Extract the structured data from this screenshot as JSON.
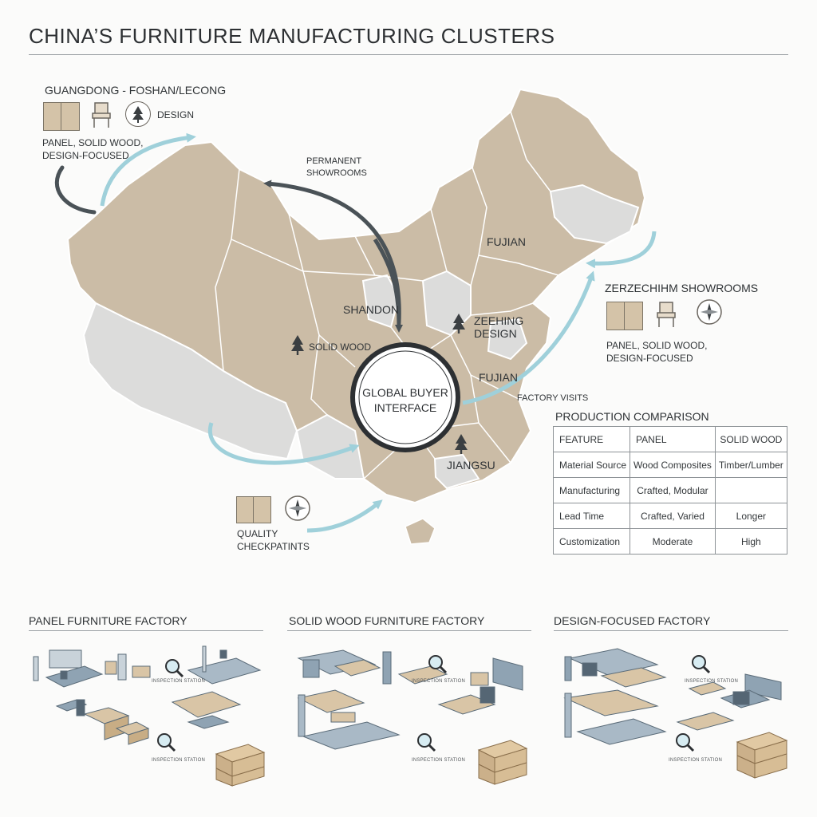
{
  "title": "CHINA’S FURNITURE MANUFACTURING CLUSTERS",
  "top_left_cluster": {
    "title": "GUANGDONG - FOSHAN/LECONG",
    "icon_label": "DESIGN",
    "desc_line1": "PANEL, SOLID WOOD,",
    "desc_line2": "DESIGN-FOCUSED"
  },
  "right_cluster": {
    "title": "ZERZECHIHM SHOWROOMS",
    "desc_line1": "PANEL, SOLID WOOD,",
    "desc_line2": "DESIGN-FOCUSED"
  },
  "map_labels": {
    "permanent_line1": "PERMANENT",
    "permanent_line2": "SHOWROOMS",
    "fujian_north": "FUJIAN",
    "shandon": "SHANDON",
    "zeehing_line1": "ZEEHING",
    "zeehing_line2": "DESIGN",
    "solid_wood": "SOLID WOOD",
    "fujian_south": "FUJIAN",
    "factory_visits": "FACTORY VISITS",
    "jiangsu": "JIANGSU",
    "hub_line1": "GLOBAL BUYER",
    "hub_line2": "INTERFACE",
    "quality_line1": "QUALITY",
    "quality_line2": "CHECKPATINTS"
  },
  "comparison": {
    "title": "PRODUCTION COMPARISON",
    "headers": [
      "FEATURE",
      "PANEL",
      "SOLID WOOD"
    ],
    "rows": [
      [
        "Material Source",
        "Wood Composites",
        "Timber/Lumber"
      ],
      [
        "Manufacturing",
        "Crafted, Modular",
        ""
      ],
      [
        "Lead Time",
        "Crafted, Varied",
        "Longer"
      ],
      [
        "Customization",
        "Moderate",
        "High"
      ]
    ]
  },
  "factories": [
    {
      "title": "PANEL FURNITURE FACTORY",
      "insp1": "INSPECTION STATION",
      "insp2": "INSPECTION STATION"
    },
    {
      "title": "SOLID WOOD FURNITURE FACTORY",
      "insp1": "INSPECTION STATION",
      "insp2": "INSPECTION STATION"
    },
    {
      "title": "DESIGN-FOCUSED FACTORY",
      "insp1": "INSPECTION STATION",
      "insp2": "INSPECTION STATION"
    }
  ],
  "colors": {
    "land": "#cbbca6",
    "land_grey": "#dcdcdb",
    "arrow_dark": "#4a5257",
    "arrow_light": "#9fd0da",
    "box": "#d2b794"
  }
}
